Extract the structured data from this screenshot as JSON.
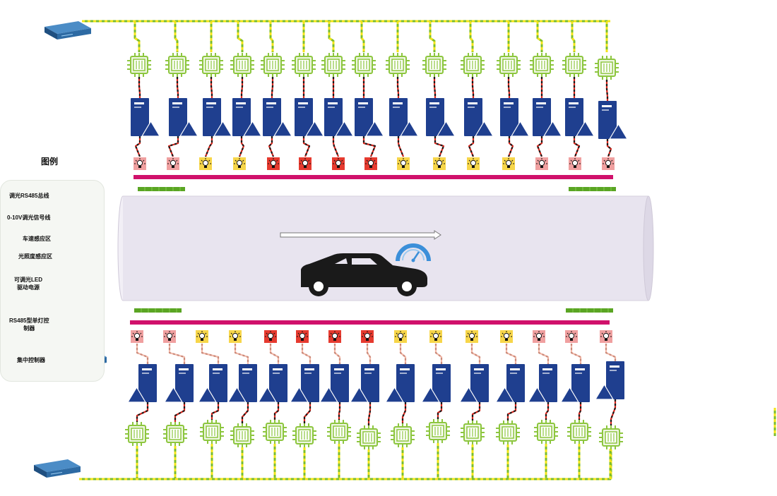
{
  "legend": {
    "title": "图例",
    "items": [
      {
        "key": "rs485",
        "label": "调光RS485总线"
      },
      {
        "key": "dim",
        "label": "0-10V调光信号线"
      },
      {
        "key": "speed",
        "label": "车速感应区"
      },
      {
        "key": "lux",
        "label": "光照度感应区"
      },
      {
        "key": "driver",
        "label": "可调光LED\n驱动电源"
      },
      {
        "key": "single",
        "label": "RS485型单灯控\n制器"
      },
      {
        "key": "central",
        "label": "集中控制器"
      }
    ]
  },
  "colors": {
    "bus_green": "#7cbd2a",
    "bus_yellow": "#f2e419",
    "wire_red": "#d9261c",
    "wire_black": "#1a1a1a",
    "speed_zone": "#d0116b",
    "lux_zone": "#5aa523",
    "driver_blue": "#1f3f8f",
    "controller_green": "#8dc63f",
    "tunnel": "#e8e4ef",
    "lamp_light": "#f0a0a0",
    "lamp_yellow": "#f7d64a",
    "lamp_red": "#e63a2f",
    "server_blue": "#2d6aa3",
    "gauge_blue": "#3b8fd9"
  },
  "diagram": {
    "top_lamp_states": [
      "light",
      "light",
      "yellow",
      "yellow",
      "red",
      "red",
      "red",
      "red",
      "yellow",
      "yellow",
      "yellow",
      "yellow",
      "light",
      "light"
    ],
    "bottom_lamp_states": [
      "light",
      "light",
      "yellow",
      "yellow",
      "red",
      "red",
      "red",
      "red",
      "yellow",
      "yellow",
      "yellow",
      "yellow",
      "light",
      "light"
    ],
    "traffic_direction": "right"
  }
}
